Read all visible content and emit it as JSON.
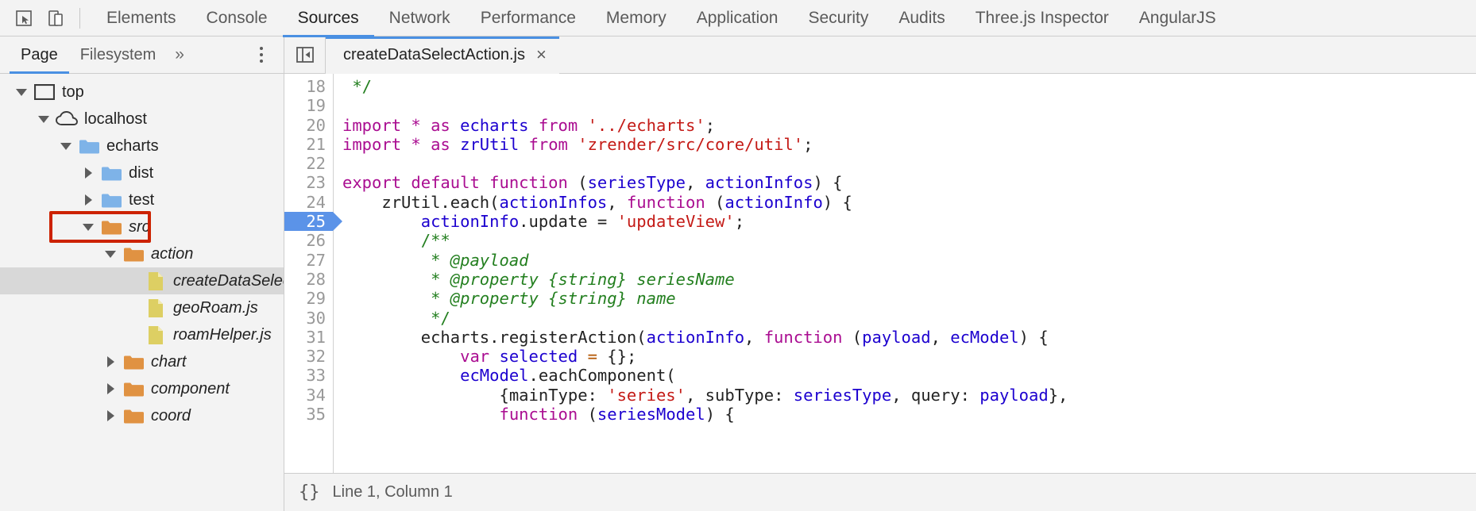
{
  "window": {
    "title": "Chrome DevTools — Sources"
  },
  "toolbar": {
    "inspect_icon": "inspect-cursor-icon",
    "device_icon": "device-toolbar-icon",
    "tabs": [
      {
        "label": "Elements",
        "active": false
      },
      {
        "label": "Console",
        "active": false
      },
      {
        "label": "Sources",
        "active": true
      },
      {
        "label": "Network",
        "active": false
      },
      {
        "label": "Performance",
        "active": false
      },
      {
        "label": "Memory",
        "active": false
      },
      {
        "label": "Application",
        "active": false
      },
      {
        "label": "Security",
        "active": false
      },
      {
        "label": "Audits",
        "active": false
      },
      {
        "label": "Three.js Inspector",
        "active": false
      },
      {
        "label": "AngularJS",
        "active": false
      }
    ]
  },
  "navigator": {
    "tabs": [
      {
        "label": "Page",
        "active": true
      },
      {
        "label": "Filesystem",
        "active": false
      }
    ],
    "more_label": "»",
    "more_icon": "chevron-double-right-icon",
    "menu_icon": "kebab-menu-icon",
    "tree": [
      {
        "label": "top",
        "depth": 0,
        "twisty": "down",
        "icon": "frame-icon",
        "italic": false,
        "selected": false
      },
      {
        "label": "localhost",
        "depth": 1,
        "twisty": "down",
        "icon": "cloud-icon",
        "italic": false,
        "selected": false
      },
      {
        "label": "echarts",
        "depth": 2,
        "twisty": "down",
        "icon": "folder-blue-icon",
        "italic": false,
        "selected": false
      },
      {
        "label": "dist",
        "depth": 3,
        "twisty": "right",
        "icon": "folder-blue-icon",
        "italic": false,
        "selected": false
      },
      {
        "label": "test",
        "depth": 3,
        "twisty": "right",
        "icon": "folder-blue-icon",
        "italic": false,
        "selected": false
      },
      {
        "label": "src",
        "depth": 3,
        "twisty": "down",
        "icon": "folder-orange-icon",
        "italic": true,
        "selected": false,
        "highlighted": true
      },
      {
        "label": "action",
        "depth": 4,
        "twisty": "down",
        "icon": "folder-orange-icon",
        "italic": true,
        "selected": false
      },
      {
        "label": "createDataSelectAction.js",
        "depth": 5,
        "twisty": "none",
        "icon": "file-js-icon",
        "italic": true,
        "selected": true
      },
      {
        "label": "geoRoam.js",
        "depth": 5,
        "twisty": "none",
        "icon": "file-js-icon",
        "italic": true,
        "selected": false
      },
      {
        "label": "roamHelper.js",
        "depth": 5,
        "twisty": "none",
        "icon": "file-js-icon",
        "italic": true,
        "selected": false
      },
      {
        "label": "chart",
        "depth": 4,
        "twisty": "right",
        "icon": "folder-orange-icon",
        "italic": true,
        "selected": false
      },
      {
        "label": "component",
        "depth": 4,
        "twisty": "right",
        "icon": "folder-orange-icon",
        "italic": true,
        "selected": false
      },
      {
        "label": "coord",
        "depth": 4,
        "twisty": "right",
        "icon": "folder-orange-icon",
        "italic": true,
        "selected": false
      }
    ],
    "annotation_color": "#cc2200"
  },
  "editor": {
    "panel_toggle_icon": "show-navigator-panel-icon",
    "tabs": [
      {
        "label": "createDataSelectAction.js",
        "active": true,
        "close_label": "×"
      }
    ],
    "first_line_number": 18,
    "active_line": 25,
    "lines": [
      {
        "n": 18,
        "tokens": [
          {
            "t": " */",
            "c": "cm-n"
          }
        ]
      },
      {
        "n": 19,
        "tokens": []
      },
      {
        "n": 20,
        "tokens": [
          {
            "t": "import",
            "c": "k"
          },
          {
            "t": " ",
            "c": "pl"
          },
          {
            "t": "*",
            "c": "k"
          },
          {
            "t": " ",
            "c": "pl"
          },
          {
            "t": "as",
            "c": "k"
          },
          {
            "t": " ",
            "c": "pl"
          },
          {
            "t": "echarts",
            "c": "id"
          },
          {
            "t": " ",
            "c": "pl"
          },
          {
            "t": "from",
            "c": "k"
          },
          {
            "t": " ",
            "c": "pl"
          },
          {
            "t": "'../echarts'",
            "c": "st"
          },
          {
            "t": ";",
            "c": "pl"
          }
        ]
      },
      {
        "n": 21,
        "tokens": [
          {
            "t": "import",
            "c": "k"
          },
          {
            "t": " ",
            "c": "pl"
          },
          {
            "t": "*",
            "c": "k"
          },
          {
            "t": " ",
            "c": "pl"
          },
          {
            "t": "as",
            "c": "k"
          },
          {
            "t": " ",
            "c": "pl"
          },
          {
            "t": "zrUtil",
            "c": "id"
          },
          {
            "t": " ",
            "c": "pl"
          },
          {
            "t": "from",
            "c": "k"
          },
          {
            "t": " ",
            "c": "pl"
          },
          {
            "t": "'zrender/src/core/util'",
            "c": "st"
          },
          {
            "t": ";",
            "c": "pl"
          }
        ]
      },
      {
        "n": 22,
        "tokens": []
      },
      {
        "n": 23,
        "tokens": [
          {
            "t": "export default function",
            "c": "k"
          },
          {
            "t": " (",
            "c": "pl"
          },
          {
            "t": "seriesType",
            "c": "id"
          },
          {
            "t": ", ",
            "c": "pl"
          },
          {
            "t": "actionInfos",
            "c": "id"
          },
          {
            "t": ") {",
            "c": "pl"
          }
        ]
      },
      {
        "n": 24,
        "tokens": [
          {
            "t": "    zrUtil.each(",
            "c": "pl"
          },
          {
            "t": "actionInfos",
            "c": "id"
          },
          {
            "t": ", ",
            "c": "pl"
          },
          {
            "t": "function",
            "c": "k"
          },
          {
            "t": " (",
            "c": "pl"
          },
          {
            "t": "actionInfo",
            "c": "id"
          },
          {
            "t": ") {",
            "c": "pl"
          }
        ]
      },
      {
        "n": 25,
        "tokens": [
          {
            "t": "        ",
            "c": "pl"
          },
          {
            "t": "actionInfo",
            "c": "id"
          },
          {
            "t": ".update = ",
            "c": "pl"
          },
          {
            "t": "'updateView'",
            "c": "st"
          },
          {
            "t": ";",
            "c": "pl"
          }
        ]
      },
      {
        "n": 26,
        "tokens": [
          {
            "t": "        /**",
            "c": "cm-n"
          }
        ]
      },
      {
        "n": 27,
        "tokens": [
          {
            "t": "         * @payload",
            "c": "cm"
          }
        ]
      },
      {
        "n": 28,
        "tokens": [
          {
            "t": "         * @property {string} seriesName",
            "c": "cm"
          }
        ]
      },
      {
        "n": 29,
        "tokens": [
          {
            "t": "         * @property {string} name",
            "c": "cm"
          }
        ]
      },
      {
        "n": 30,
        "tokens": [
          {
            "t": "         */",
            "c": "cm-n"
          }
        ]
      },
      {
        "n": 31,
        "tokens": [
          {
            "t": "        echarts.registerAction(",
            "c": "pl"
          },
          {
            "t": "actionInfo",
            "c": "id"
          },
          {
            "t": ", ",
            "c": "pl"
          },
          {
            "t": "function",
            "c": "k"
          },
          {
            "t": " (",
            "c": "pl"
          },
          {
            "t": "payload",
            "c": "id"
          },
          {
            "t": ", ",
            "c": "pl"
          },
          {
            "t": "ecModel",
            "c": "id"
          },
          {
            "t": ") {",
            "c": "pl"
          }
        ]
      },
      {
        "n": 32,
        "tokens": [
          {
            "t": "            ",
            "c": "pl"
          },
          {
            "t": "var",
            "c": "k"
          },
          {
            "t": " ",
            "c": "pl"
          },
          {
            "t": "selected",
            "c": "id"
          },
          {
            "t": " ",
            "c": "pl"
          },
          {
            "t": "=",
            "c": "op"
          },
          {
            "t": " {};",
            "c": "pl"
          }
        ]
      },
      {
        "n": 33,
        "tokens": [
          {
            "t": "            ",
            "c": "pl"
          },
          {
            "t": "ecModel",
            "c": "id"
          },
          {
            "t": ".eachComponent(",
            "c": "pl"
          }
        ]
      },
      {
        "n": 34,
        "tokens": [
          {
            "t": "                {mainType: ",
            "c": "pl"
          },
          {
            "t": "'series'",
            "c": "st"
          },
          {
            "t": ", subType: ",
            "c": "pl"
          },
          {
            "t": "seriesType",
            "c": "id"
          },
          {
            "t": ", query: ",
            "c": "pl"
          },
          {
            "t": "payload",
            "c": "id"
          },
          {
            "t": "},",
            "c": "pl"
          }
        ]
      },
      {
        "n": 35,
        "tokens": [
          {
            "t": "                ",
            "c": "pl"
          },
          {
            "t": "function",
            "c": "k"
          },
          {
            "t": " (",
            "c": "pl"
          },
          {
            "t": "seriesModel",
            "c": "id"
          },
          {
            "t": ") {",
            "c": "pl"
          }
        ]
      }
    ]
  },
  "status_bar": {
    "pretty_print_icon": "pretty-print-braces-icon",
    "pretty_print_label": "{}",
    "cursor_text": "Line 1, Column 1"
  },
  "colors": {
    "accent": "#4a90e2",
    "annotation": "#cc2200",
    "folder_blue": "#7eb3e8",
    "folder_orange": "#e09242",
    "file_yellow": "#ddcf63",
    "keyword": "#aa0d91",
    "identifier": "#1c00cf",
    "string": "#c41a16",
    "comment": "#237f1f",
    "active_line": "#5b93e8"
  }
}
